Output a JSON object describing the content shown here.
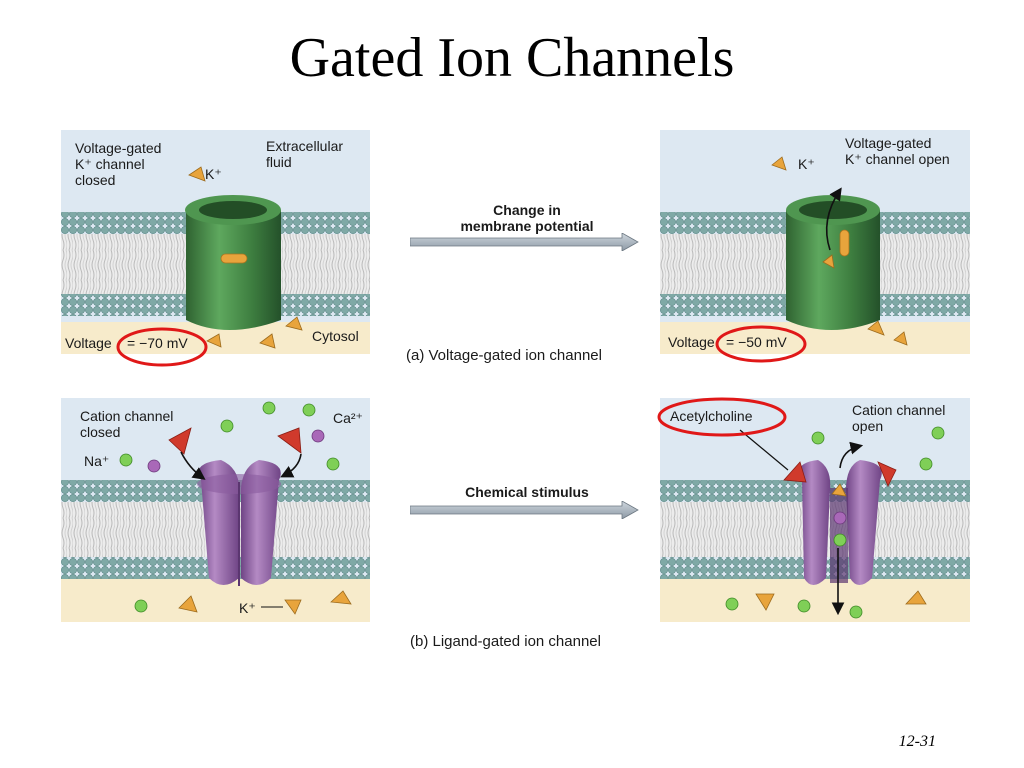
{
  "slide": {
    "title": "Gated Ion Channels",
    "number": "12-31"
  },
  "panel_a_closed": {
    "channel_state": "Voltage-gated\nK⁺ channel\nclosed",
    "extracellular": "Extracellular\nfluid",
    "ion_legend": "K⁺",
    "cytosol": "Cytosol",
    "voltage_prefix": "Voltage",
    "voltage_value": "= −70 mV"
  },
  "panel_a_open": {
    "ion_legend": "K⁺",
    "channel_state": "Voltage-gated\nK⁺ channel open",
    "voltage_prefix": "Voltage",
    "voltage_value": "= −50 mV"
  },
  "arrow_a": {
    "label": "Change in\nmembrane potential",
    "caption": "(a) Voltage-gated ion channel"
  },
  "panel_b_closed": {
    "channel_state": "Cation channel\nclosed",
    "sodium": "Na⁺",
    "calcium": "Ca²⁺",
    "potassium": "K⁺"
  },
  "panel_b_open": {
    "ligand": "Acetylcholine",
    "channel_state": "Cation channel\nopen"
  },
  "arrow_b": {
    "label": "Chemical stimulus",
    "caption": "(b) Ligand-gated ion channel"
  },
  "colors": {
    "extracellular_bg": "#dde8f2",
    "cytosol_bg": "#f7ebcb",
    "lipid_head": "#7fa9a6",
    "lipid_tail": "#c9c9c9",
    "green_channel": "#3d7d3f",
    "purple_channel": "#9466a8",
    "potassium_ion": "#e8a43c",
    "sodium_ion": "#7fcf57",
    "calcium_ion": "#a968b8",
    "ligand": "#d03a2c",
    "highlight_ring": "#e01818",
    "arrow_fill": "#a8b4bf"
  }
}
